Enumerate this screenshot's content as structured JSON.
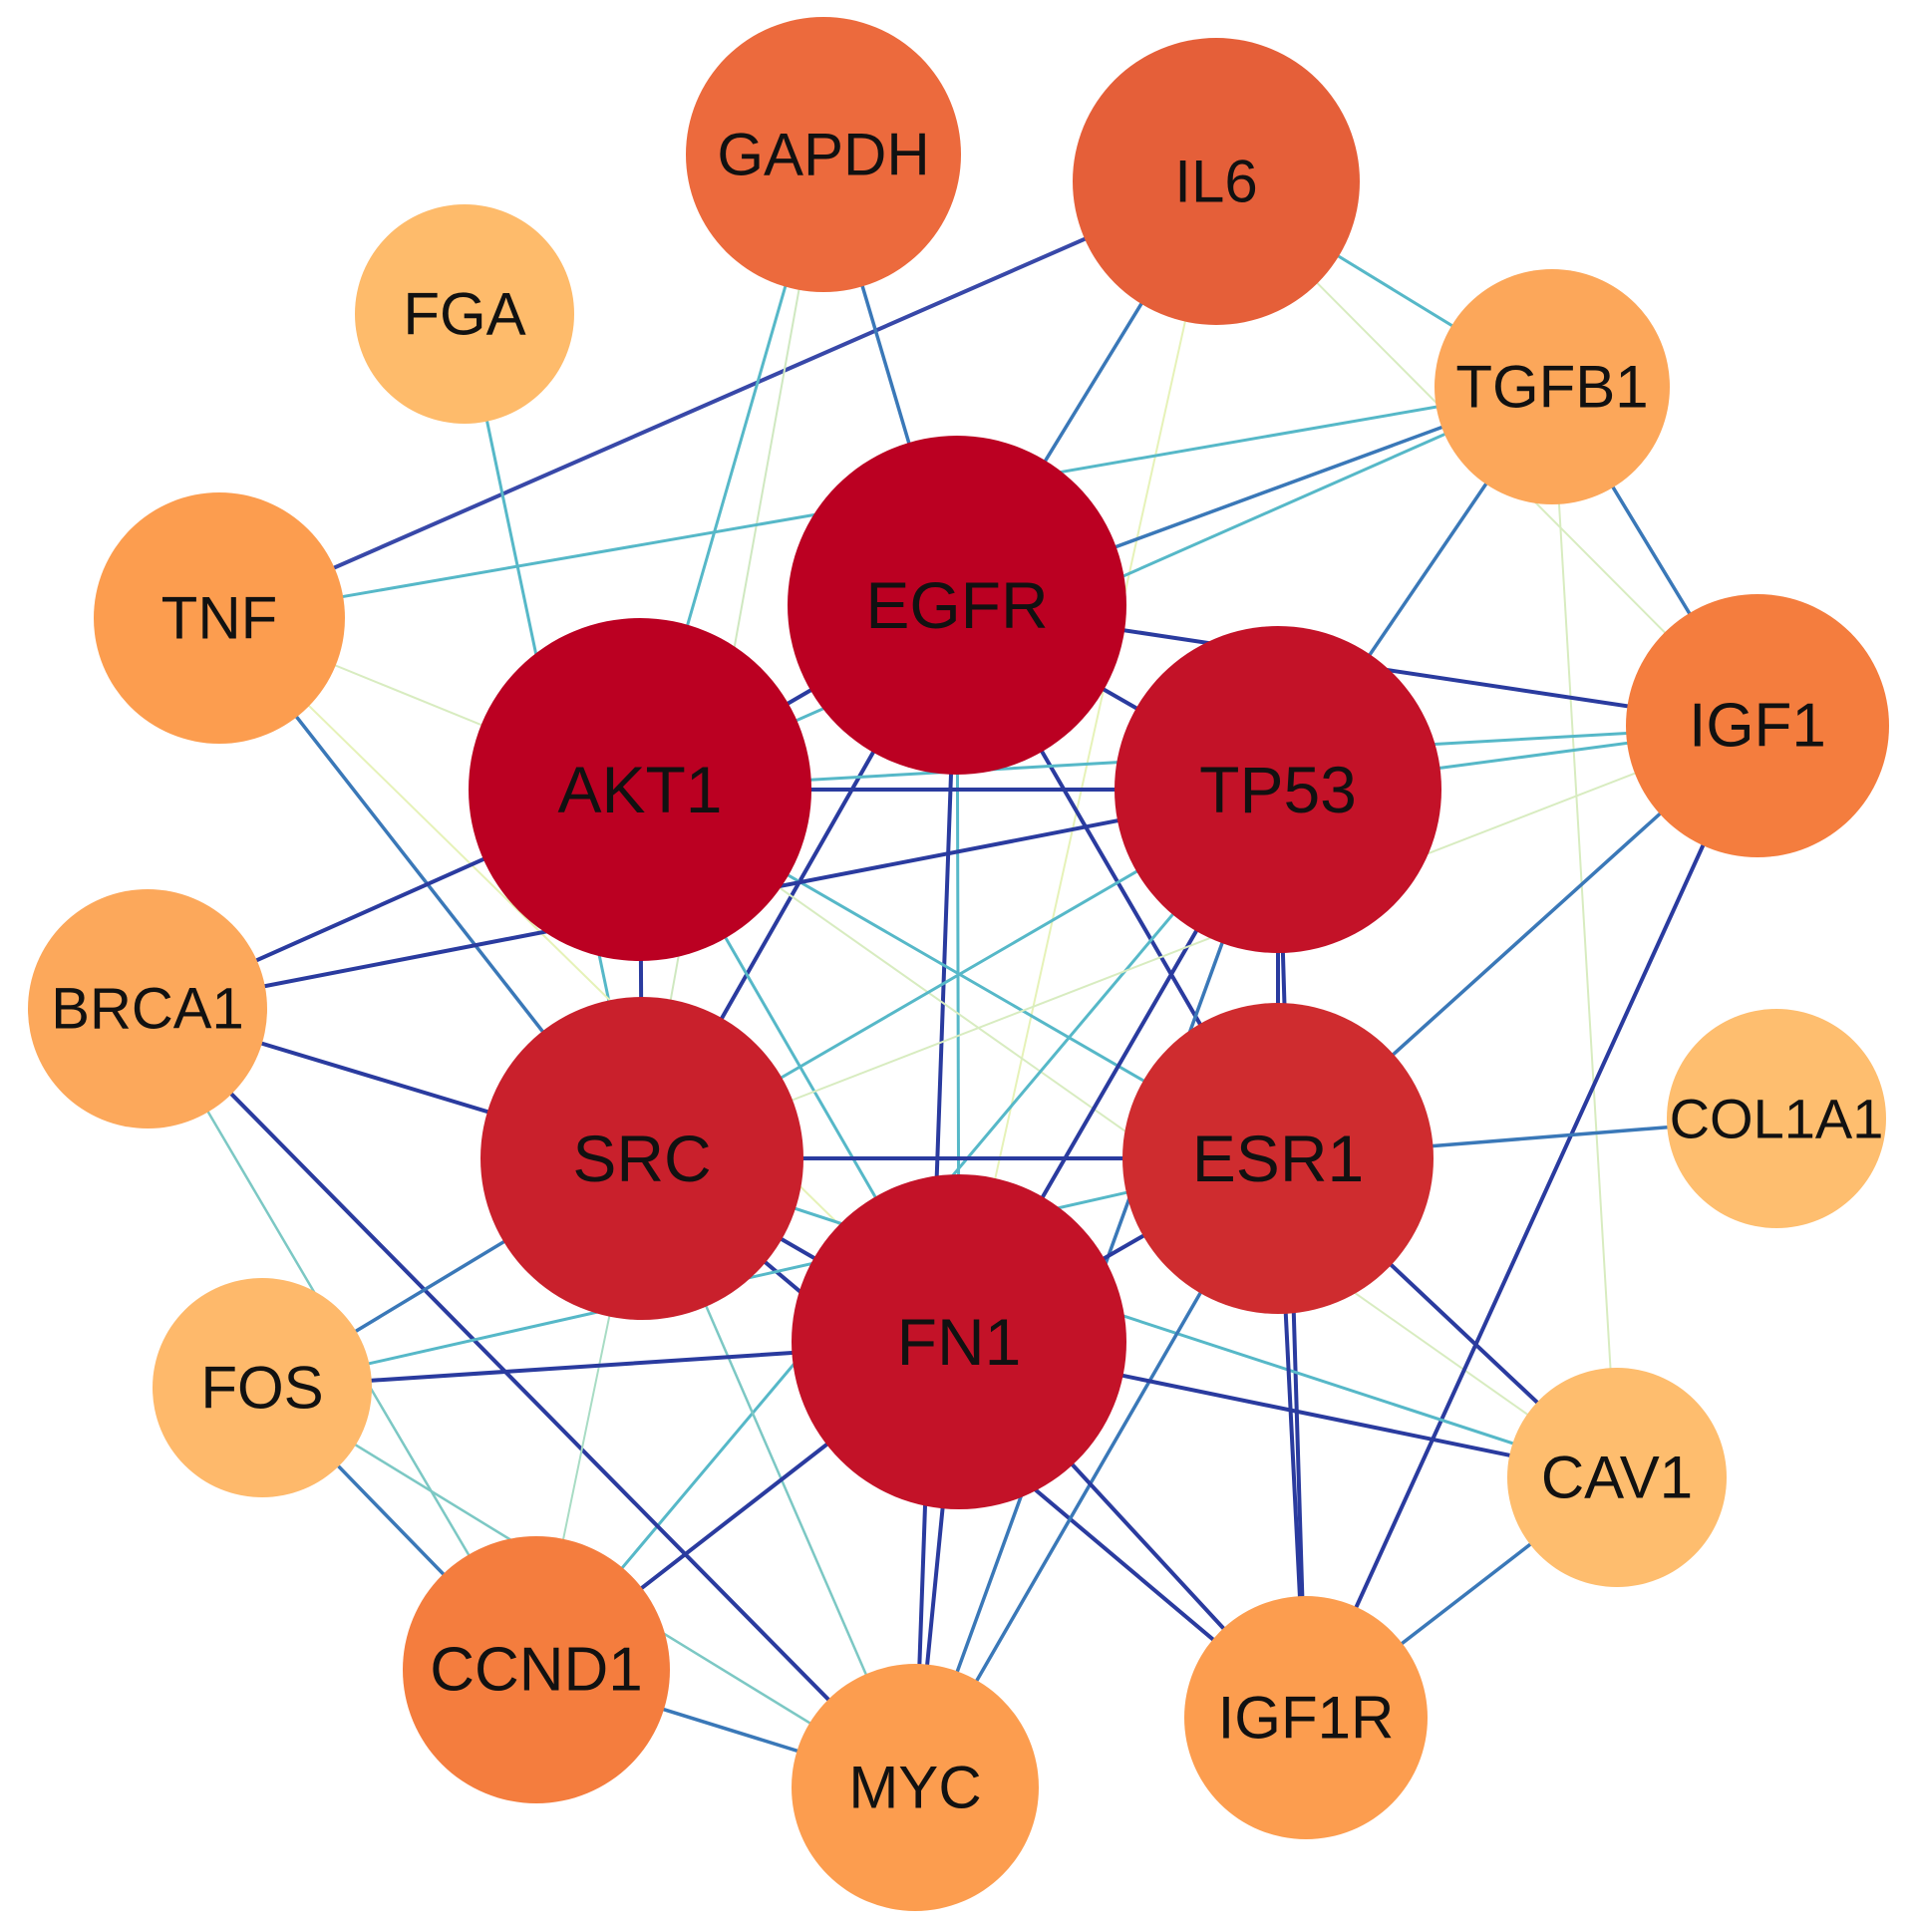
{
  "network": {
    "nodes": [
      {
        "id": "GAPDH",
        "label": "GAPDH",
        "color": "#ec6a3d"
      },
      {
        "id": "IL6",
        "label": "IL6",
        "color": "#e55f39"
      },
      {
        "id": "FGA",
        "label": "FGA",
        "color": "#febb6b"
      },
      {
        "id": "TGFB1",
        "label": "TGFB1",
        "color": "#fca75a"
      },
      {
        "id": "TNF",
        "label": "TNF",
        "color": "#fc9d4f"
      },
      {
        "id": "EGFR",
        "label": "EGFR",
        "color": "#bb0022"
      },
      {
        "id": "IGF1",
        "label": "IGF1",
        "color": "#f47d3e"
      },
      {
        "id": "AKT1",
        "label": "AKT1",
        "color": "#bb0022"
      },
      {
        "id": "TP53",
        "label": "TP53",
        "color": "#c31228"
      },
      {
        "id": "BRCA1",
        "label": "BRCA1",
        "color": "#fca85b"
      },
      {
        "id": "SRC",
        "label": "SRC",
        "color": "#c9202c"
      },
      {
        "id": "ESR1",
        "label": "ESR1",
        "color": "#cf2c2f"
      },
      {
        "id": "COL1A1",
        "label": "COL1A1",
        "color": "#febe6f"
      },
      {
        "id": "FN1",
        "label": "FN1",
        "color": "#c31228"
      },
      {
        "id": "FOS",
        "label": "FOS",
        "color": "#feb96b"
      },
      {
        "id": "CAV1",
        "label": "CAV1",
        "color": "#febd6e"
      },
      {
        "id": "CCND1",
        "label": "CCND1",
        "color": "#f47d3e"
      },
      {
        "id": "MYC",
        "label": "MYC",
        "color": "#fc9d4f"
      },
      {
        "id": "IGF1R",
        "label": "IGF1R",
        "color": "#fc9d4f"
      }
    ],
    "edges": [
      {
        "s": "IL6",
        "t": "TNF",
        "color": "#3848a8"
      },
      {
        "s": "IL6",
        "t": "EGFR",
        "color": "#3a78b8"
      },
      {
        "s": "IL6",
        "t": "TGFB1",
        "color": "#56b8c8"
      },
      {
        "s": "IL6",
        "t": "IGF1",
        "color": "#d8ecc0"
      },
      {
        "s": "IL6",
        "t": "FN1",
        "color": "#e6f2b8"
      },
      {
        "s": "GAPDH",
        "t": "EGFR",
        "color": "#3a78b8"
      },
      {
        "s": "GAPDH",
        "t": "AKT1",
        "color": "#56b8c8"
      },
      {
        "s": "GAPDH",
        "t": "SRC",
        "color": "#cfe8c0"
      },
      {
        "s": "FGA",
        "t": "SRC",
        "color": "#56b8c8"
      },
      {
        "s": "TNF",
        "t": "TGFB1",
        "color": "#56b8c8"
      },
      {
        "s": "TNF",
        "t": "SRC",
        "color": "#3a78b8"
      },
      {
        "s": "TNF",
        "t": "AKT1",
        "color": "#d8ecc0"
      },
      {
        "s": "TNF",
        "t": "FN1",
        "color": "#e6f2b8"
      },
      {
        "s": "TGFB1",
        "t": "EGFR",
        "color": "#3a78b8"
      },
      {
        "s": "TGFB1",
        "t": "AKT1",
        "color": "#56b8c8"
      },
      {
        "s": "TGFB1",
        "t": "IGF1",
        "color": "#3a78b8"
      },
      {
        "s": "TGFB1",
        "t": "TP53",
        "color": "#3a78b8"
      },
      {
        "s": "TGFB1",
        "t": "CAV1",
        "color": "#d8ecc0"
      },
      {
        "s": "EGFR",
        "t": "IGF1",
        "color": "#2a3b9f"
      },
      {
        "s": "EGFR",
        "t": "SRC",
        "color": "#2a3b9f"
      },
      {
        "s": "EGFR",
        "t": "ESR1",
        "color": "#2a3b9f"
      },
      {
        "s": "EGFR",
        "t": "FN1",
        "color": "#56b8c8"
      },
      {
        "s": "EGFR",
        "t": "MYC",
        "color": "#2a3b9f"
      },
      {
        "s": "EGFR",
        "t": "AKT1",
        "color": "#2a3b9f"
      },
      {
        "s": "EGFR",
        "t": "TP53",
        "color": "#2a3b9f"
      },
      {
        "s": "AKT1",
        "t": "TP53",
        "color": "#2a3b9f"
      },
      {
        "s": "AKT1",
        "t": "SRC",
        "color": "#2a3b9f"
      },
      {
        "s": "AKT1",
        "t": "BRCA1",
        "color": "#2a3b9f"
      },
      {
        "s": "AKT1",
        "t": "ESR1",
        "color": "#56b8c8"
      },
      {
        "s": "AKT1",
        "t": "FN1",
        "color": "#56b8c8"
      },
      {
        "s": "AKT1",
        "t": "CAV1",
        "color": "#d8ecc0"
      },
      {
        "s": "AKT1",
        "t": "IGF1",
        "color": "#56b8c8"
      },
      {
        "s": "TP53",
        "t": "BRCA1",
        "color": "#2a3b9f"
      },
      {
        "s": "TP53",
        "t": "ESR1",
        "color": "#2a3b9f"
      },
      {
        "s": "TP53",
        "t": "SRC",
        "color": "#56b8c8"
      },
      {
        "s": "TP53",
        "t": "FN1",
        "color": "#2a3b9f"
      },
      {
        "s": "TP53",
        "t": "IGF1",
        "color": "#56b8c8"
      },
      {
        "s": "TP53",
        "t": "MYC",
        "color": "#3a78b8"
      },
      {
        "s": "TP53",
        "t": "CCND1",
        "color": "#56b8c8"
      },
      {
        "s": "TP53",
        "t": "IGF1R",
        "color": "#2a3b9f"
      },
      {
        "s": "IGF1",
        "t": "IGF1R",
        "color": "#2a3b9f"
      },
      {
        "s": "IGF1",
        "t": "ESR1",
        "color": "#3a78b8"
      },
      {
        "s": "IGF1",
        "t": "SRC",
        "color": "#d8ecc0"
      },
      {
        "s": "BRCA1",
        "t": "SRC",
        "color": "#2a3b9f"
      },
      {
        "s": "BRCA1",
        "t": "MYC",
        "color": "#2a3b9f"
      },
      {
        "s": "BRCA1",
        "t": "CCND1",
        "color": "#7cc8c4"
      },
      {
        "s": "SRC",
        "t": "ESR1",
        "color": "#2a3b9f"
      },
      {
        "s": "SRC",
        "t": "FN1",
        "color": "#2a3b9f"
      },
      {
        "s": "SRC",
        "t": "FOS",
        "color": "#3a78b8"
      },
      {
        "s": "SRC",
        "t": "CAV1",
        "color": "#56b8c8"
      },
      {
        "s": "SRC",
        "t": "CCND1",
        "color": "#a8dcc4"
      },
      {
        "s": "SRC",
        "t": "MYC",
        "color": "#7cc8c4"
      },
      {
        "s": "SRC",
        "t": "IGF1R",
        "color": "#2a3b9f"
      },
      {
        "s": "ESR1",
        "t": "FN1",
        "color": "#2a3b9f"
      },
      {
        "s": "ESR1",
        "t": "COL1A1",
        "color": "#3a78b8"
      },
      {
        "s": "ESR1",
        "t": "CAV1",
        "color": "#2a3b9f"
      },
      {
        "s": "ESR1",
        "t": "IGF1R",
        "color": "#2a3b9f"
      },
      {
        "s": "ESR1",
        "t": "MYC",
        "color": "#3a78b8"
      },
      {
        "s": "ESR1",
        "t": "FOS",
        "color": "#56b8c8"
      },
      {
        "s": "FN1",
        "t": "FOS",
        "color": "#2a3b9f"
      },
      {
        "s": "FN1",
        "t": "CAV1",
        "color": "#2a3b9f"
      },
      {
        "s": "FN1",
        "t": "IGF1R",
        "color": "#2a3b9f"
      },
      {
        "s": "FN1",
        "t": "CCND1",
        "color": "#2a3b9f"
      },
      {
        "s": "FN1",
        "t": "MYC",
        "color": "#2a3b9f"
      },
      {
        "s": "FOS",
        "t": "CCND1",
        "color": "#3a78b8"
      },
      {
        "s": "FOS",
        "t": "MYC",
        "color": "#7cc8c4"
      },
      {
        "s": "CCND1",
        "t": "MYC",
        "color": "#3a78b8"
      },
      {
        "s": "CAV1",
        "t": "IGF1R",
        "color": "#3a78b8"
      }
    ]
  }
}
